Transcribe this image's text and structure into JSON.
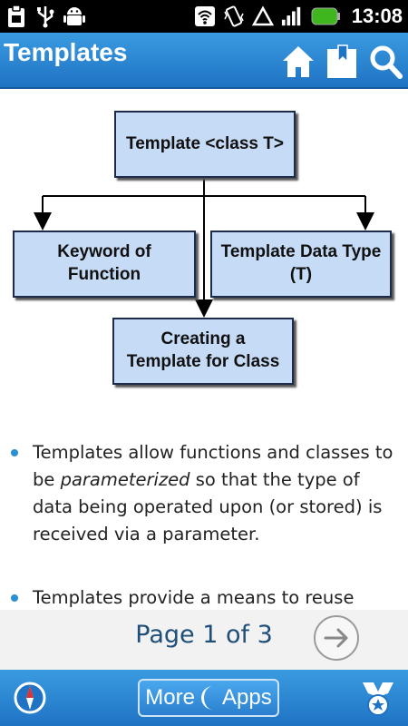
{
  "status_bar": {
    "time": "13:08",
    "left_icons": [
      "clipboard-icon",
      "usb-icon",
      "android-icon"
    ],
    "right_icons": [
      "wifi-icon",
      "vibrate-icon",
      "signal-triangle-icon",
      "signal-bars-icon",
      "battery-icon"
    ]
  },
  "header": {
    "title": "Templates",
    "buttons": [
      "home-icon",
      "bookmark-icon",
      "search-icon"
    ]
  },
  "diagram": {
    "top": "Template <class T>",
    "left": "Keyword of Function",
    "right": "Template Data Type (T)",
    "bottom": "Creating a Template for Class"
  },
  "bullets": [
    {
      "before": "Templates allow functions and classes to be ",
      "emphasis": "parameterized",
      "after": " so that the type of data being operated upon (or stored) is received via a parameter."
    },
    {
      "text": "Templates provide a means to reuse"
    }
  ],
  "pager": {
    "label": "Page 1 of 3"
  },
  "bottom_bar": {
    "more_label": "More",
    "apps_label": "Apps"
  },
  "colors": {
    "accent": "#2a85d4",
    "diagram_box": "#c6dbf6",
    "pager_text": "#1d4f7a"
  }
}
